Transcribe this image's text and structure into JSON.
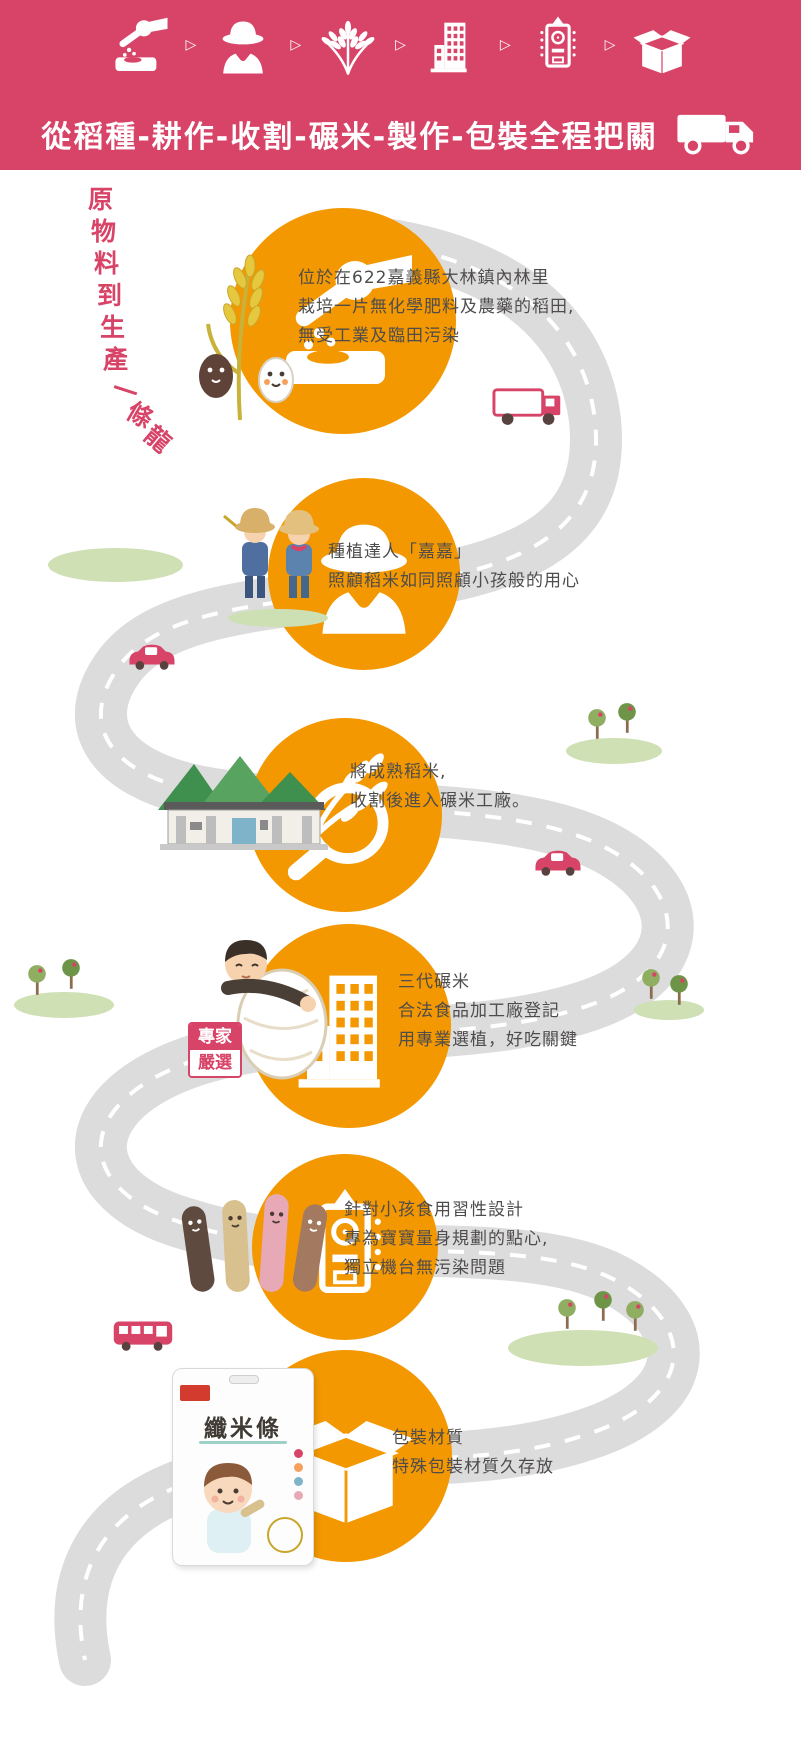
{
  "colors": {
    "header_red": "#d84368",
    "circle_orange": "#f39800",
    "road_gray": "#dcdcdc",
    "text_gray": "#4f4c4c",
    "bush_green": "#cfe0b4",
    "tree_green": "#8fae62"
  },
  "header": {
    "process_icons": [
      {
        "name": "seed-planting"
      },
      {
        "name": "farmer"
      },
      {
        "name": "rice-ear"
      },
      {
        "name": "factory"
      },
      {
        "name": "packing-machine"
      },
      {
        "name": "carton-box"
      }
    ],
    "separator": "▷",
    "tagline": "從稻種-耕作-收割-碾米-製作-包裝全程把關"
  },
  "side_label": {
    "text": "原物料到生產一條龍",
    "chars": [
      "原",
      "物",
      "料",
      "到",
      "生",
      "產",
      "一",
      "條",
      "龍"
    ]
  },
  "steps": [
    {
      "lines": [
        "位於在622嘉義縣大林鎮內林里",
        "栽培一片無化學肥料及農藥的稻田,",
        "無受工業及臨田污染"
      ]
    },
    {
      "lines": [
        "種植達人「嘉嘉」",
        "照顧稻米如同照顧小孩般的用心"
      ]
    },
    {
      "lines": [
        "將成熟稻米,",
        "收割後進入碾米工廠。"
      ]
    },
    {
      "lines": [
        "三代碾米",
        "合法食品加工廠登記",
        "用專業選植，好吃關鍵"
      ]
    },
    {
      "lines": [
        "針對小孩食用習性設計",
        "專為寶寶量身規劃的點心,",
        "獨立機台無污染問題"
      ]
    },
    {
      "lines": [
        "包裝材質",
        "特殊包裝材質久存放"
      ]
    }
  ],
  "badge": {
    "line1": "專家",
    "line2": "嚴選"
  },
  "package": {
    "name": "纖米條"
  }
}
